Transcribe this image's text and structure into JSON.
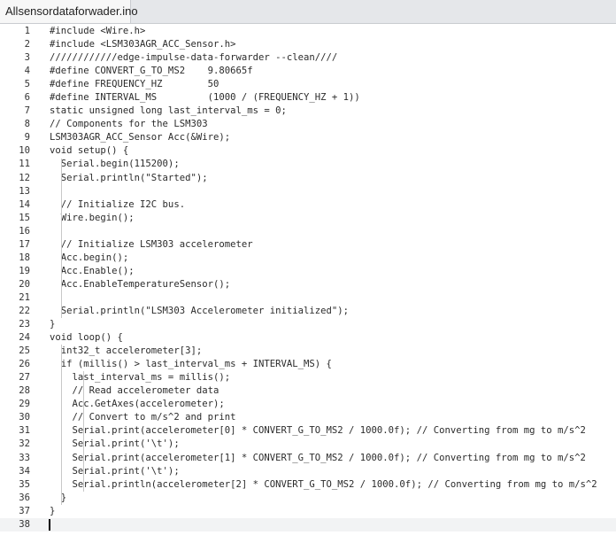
{
  "tab": {
    "filename": "Allsensordataforwader.ino"
  },
  "editor": {
    "current_line": 38,
    "lines": [
      "#include <Wire.h>",
      "#include <LSM303AGR_ACC_Sensor.h>",
      "////////////edge-impulse-data-forwarder --clean////",
      "#define CONVERT_G_TO_MS2    9.80665f",
      "#define FREQUENCY_HZ        50",
      "#define INTERVAL_MS         (1000 / (FREQUENCY_HZ + 1))",
      "static unsigned long last_interval_ms = 0;",
      "// Components for the LSM303",
      "LSM303AGR_ACC_Sensor Acc(&Wire);",
      "void setup() {",
      "  Serial.begin(115200);",
      "  Serial.println(\"Started\");",
      "",
      "  // Initialize I2C bus.",
      "  Wire.begin();",
      "",
      "  // Initialize LSM303 accelerometer",
      "  Acc.begin();",
      "  Acc.Enable();",
      "  Acc.EnableTemperatureSensor();",
      "",
      "  Serial.println(\"LSM303 Accelerometer initialized\");",
      "}",
      "void loop() {",
      "  int32_t accelerometer[3];",
      "  if (millis() > last_interval_ms + INTERVAL_MS) {",
      "    last_interval_ms = millis();",
      "    // Read accelerometer data",
      "    Acc.GetAxes(accelerometer);",
      "    // Convert to m/s^2 and print",
      "    Serial.print(accelerometer[0] * CONVERT_G_TO_MS2 / 1000.0f); // Converting from mg to m/s^2",
      "    Serial.print('\\t');",
      "    Serial.print(accelerometer[1] * CONVERT_G_TO_MS2 / 1000.0f); // Converting from mg to m/s^2",
      "    Serial.print('\\t');",
      "    Serial.println(accelerometer[2] * CONVERT_G_TO_MS2 / 1000.0f); // Converting from mg to m/s^2",
      "  }",
      "}",
      ""
    ],
    "line_numbers": [
      "1",
      "2",
      "3",
      "4",
      "5",
      "6",
      "7",
      "8",
      "9",
      "10",
      "11",
      "12",
      "13",
      "14",
      "15",
      "16",
      "17",
      "18",
      "19",
      "20",
      "21",
      "22",
      "23",
      "24",
      "25",
      "26",
      "27",
      "28",
      "29",
      "30",
      "31",
      "32",
      "33",
      "34",
      "35",
      "36",
      "37",
      "38"
    ]
  },
  "colors": {
    "keyword_type": "#00979c",
    "function": "#d35400",
    "constant": "#005c5f",
    "comment": "#434f54"
  }
}
